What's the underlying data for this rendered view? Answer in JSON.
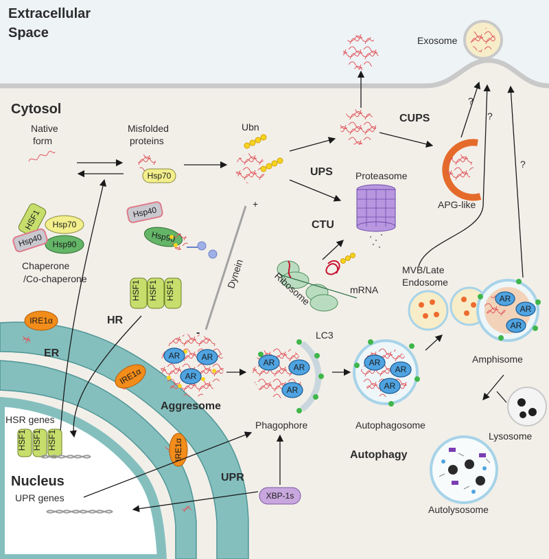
{
  "regions": {
    "extracellular": [
      "Extracellular",
      "Space"
    ],
    "cytosol": "Cytosol",
    "nucleus": "Nucleus",
    "er": "ER"
  },
  "pathways": {
    "cups": "CUPS",
    "ups": "UPS",
    "ctu": "CTU",
    "hr": "HR",
    "upr": "UPR",
    "autophagy": "Autophagy",
    "aggresome": "Aggresome"
  },
  "labels": {
    "native_form": [
      "Native",
      "form"
    ],
    "misfolded": [
      "Misfolded",
      "proteins"
    ],
    "ubn": "Ubn",
    "proteasome": "Proteasome",
    "exosome": "Exosome",
    "apg_like": "APG-like",
    "chaperone": [
      "Chaperone",
      "/Co-chaperone"
    ],
    "dynein": "Dynein",
    "ribosome": "Ribosome",
    "mrna": "mRNA",
    "mvb": [
      "MVB/Late",
      "Endosome"
    ],
    "amphisome": "Amphisome",
    "lc3": "LC3",
    "phagophore": "Phagophore",
    "autophagosome": "Autophagosome",
    "lysosome": "Lysosome",
    "autolysosome": "Autolysosome",
    "hsr_genes": "HSR genes",
    "upr_genes": "UPR genes",
    "plus": "+",
    "minus": "-",
    "question": "?"
  },
  "proteins": {
    "hsp70": "Hsp70",
    "hsp40": "Hsp40",
    "hsp90": "Hsp90",
    "hsf1": "HSF1",
    "ire1a": "IRE1α",
    "xbp1s": "XBP-1s",
    "ar": "AR"
  },
  "colors": {
    "extracellular_bg": "#eef3f6",
    "cytosol_bg": "#f2efe9",
    "membrane": "#c9c9c9",
    "er": "#84bfbe",
    "er_edge": "#4f9594",
    "nucleus": "#ffffff",
    "hsp70": "#f2ef8c",
    "hsp40": "#c9c9cf",
    "hsp40_edge": "#e07a8a",
    "hsp90": "#64b567",
    "hsf1": "#c7de6d",
    "ire1a": "#f28c1a",
    "xbp1s": "#c7a7dd",
    "ar": "#4fa3e0",
    "aggregate": "#e0545a",
    "ub": "#f6d41e",
    "lc3": "#3fb64a",
    "proteasome": "#b897e0",
    "apg": "#e56b2b"
  }
}
